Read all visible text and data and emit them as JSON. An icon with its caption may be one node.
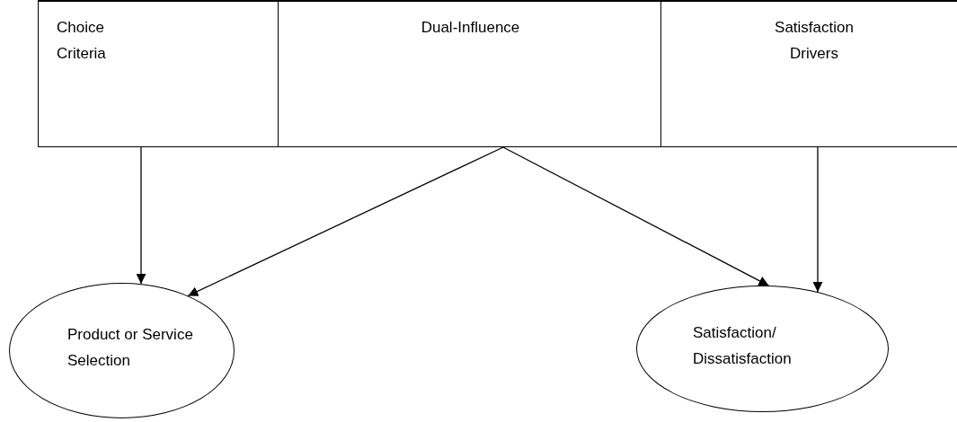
{
  "diagram": {
    "nodes": [
      {
        "text": [
          "Choice Criteria"
        ]
      },
      {
        "text": [
          "Dual-Influence"
        ]
      },
      {
        "text": [
          "Satisfaction Drivers"
        ]
      },
      {
        "text": [
          "Product or Service Selection"
        ]
      },
      {
        "text": [
          "Satisfaction/ Dissatisfaction"
        ]
      }
    ],
    "edges": [
      {
        "from": 0,
        "to": 3,
        "arrow": "to"
      },
      {
        "from": 1,
        "to": 3,
        "arrow": "to"
      },
      {
        "from": 1,
        "to": 4,
        "arrow": "to"
      },
      {
        "from": 2,
        "to": 4,
        "arrow": "to"
      }
    ]
  }
}
